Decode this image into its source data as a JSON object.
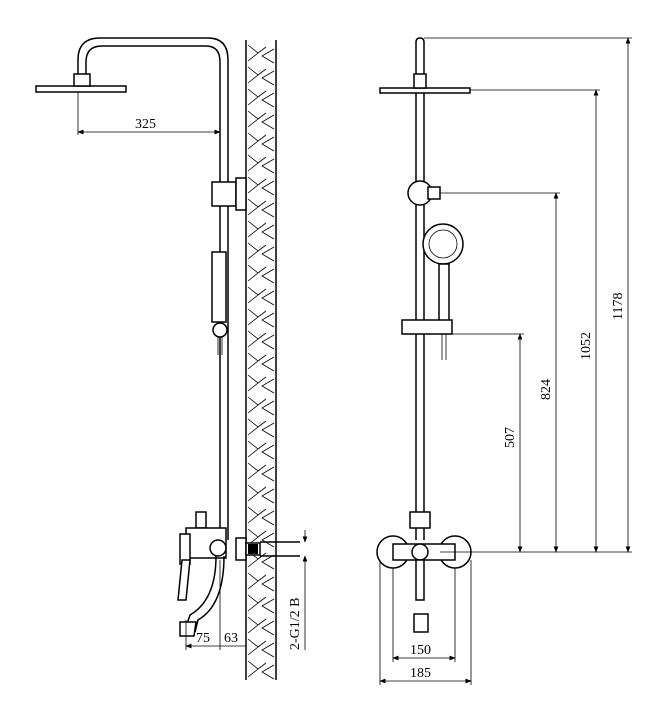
{
  "title": "Shower system technical drawing",
  "side_view": {
    "dims": {
      "arm_reach": "325",
      "spout_offset": "75",
      "wall_offset": "63",
      "thread": "2-G1/2 B"
    }
  },
  "front_view": {
    "dims": {
      "total_height": "1178",
      "head_height": "1052",
      "holder_top": "824",
      "holder_height": "507",
      "centers": "150",
      "width": "185"
    }
  }
}
